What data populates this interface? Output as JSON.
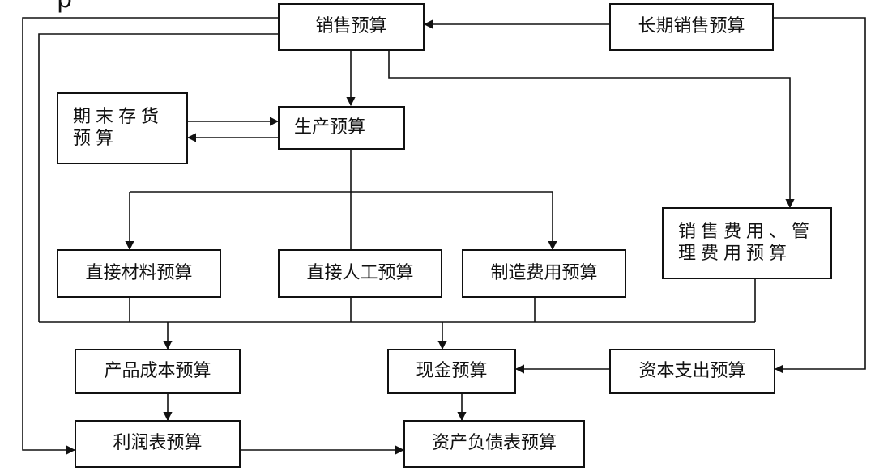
{
  "diagram": {
    "corner_fragment": "p",
    "nodes": {
      "sales": "销售预算",
      "long_term_sales": "长期销售预算",
      "ending_inventory": [
        "期末存货",
        "预算"
      ],
      "production": "生产预算",
      "selling_admin": [
        "销售费用、管",
        "理费用预算"
      ],
      "direct_materials": "直接材料预算",
      "direct_labor": "直接人工预算",
      "manufacturing_overhead": "制造费用预算",
      "product_cost": "产品成本预算",
      "cash": "现金预算",
      "capital_expenditure": "资本支出预算",
      "income_statement": "利润表预算",
      "balance_sheet": "资产负债表预算"
    }
  }
}
